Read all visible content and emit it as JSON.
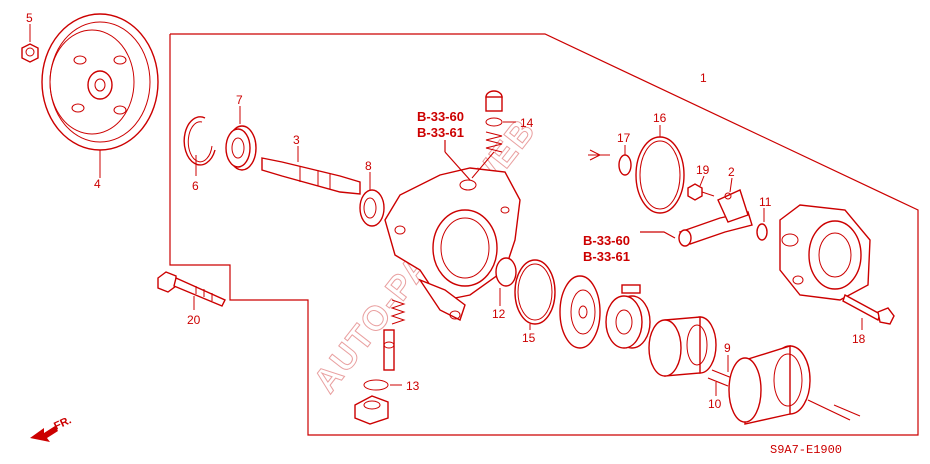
{
  "diagram": {
    "watermark": "AUTO-PARTS WEB",
    "diagram_code": "S9A7-E1900",
    "direction_label": "FR.",
    "accent_color": "#cc0000",
    "callouts": [
      {
        "id": "1",
        "label": "1"
      },
      {
        "id": "2",
        "label": "2"
      },
      {
        "id": "3",
        "label": "3"
      },
      {
        "id": "4",
        "label": "4"
      },
      {
        "id": "5",
        "label": "5"
      },
      {
        "id": "6",
        "label": "6"
      },
      {
        "id": "7",
        "label": "7"
      },
      {
        "id": "8",
        "label": "8"
      },
      {
        "id": "9",
        "label": "9"
      },
      {
        "id": "10",
        "label": "10"
      },
      {
        "id": "11",
        "label": "11"
      },
      {
        "id": "12",
        "label": "12"
      },
      {
        "id": "13",
        "label": "13"
      },
      {
        "id": "14",
        "label": "14"
      },
      {
        "id": "15",
        "label": "15"
      },
      {
        "id": "16",
        "label": "16"
      },
      {
        "id": "17",
        "label": "17"
      },
      {
        "id": "18",
        "label": "18"
      },
      {
        "id": "19",
        "label": "19"
      },
      {
        "id": "20",
        "label": "20"
      }
    ],
    "references": [
      {
        "line1": "B-33-60",
        "line2": "B-33-61"
      },
      {
        "line1": "B-33-60",
        "line2": "B-33-61"
      }
    ]
  }
}
